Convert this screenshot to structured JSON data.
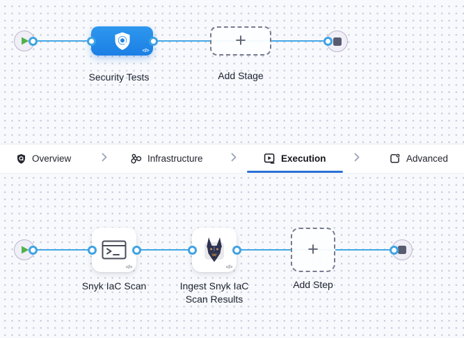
{
  "ui": {
    "plus": "+",
    "code_badge": "</>"
  },
  "stage_pipeline": {
    "stage": {
      "label": "Security Tests",
      "icon": "security-tests-shield-icon",
      "selected": true
    },
    "add_stage_label": "Add Stage"
  },
  "tab_bar": {
    "tabs": [
      {
        "label": "Overview",
        "icon": "shield-icon",
        "active": false
      },
      {
        "label": "Infrastructure",
        "icon": "infrastructure-nodes-icon",
        "active": false
      },
      {
        "label": "Execution",
        "icon": "execution-play-icon",
        "active": true
      },
      {
        "label": "Advanced",
        "icon": "advanced-settings-icon",
        "active": false
      }
    ]
  },
  "step_pipeline": {
    "steps": [
      {
        "label": "Snyk IaC Scan",
        "icon": "terminal-icon"
      },
      {
        "label": "Ingest Snyk IaC Scan Results",
        "icon": "snyk-dog-icon"
      }
    ],
    "add_step_label": "Add Step"
  },
  "colors": {
    "connector_line": "#45A7E6",
    "stage_node_blue": "#1E88E8",
    "play_green": "#52B14C",
    "stop_slate": "#575C70",
    "active_tab_underline": "#2970D6",
    "canvas_background": "#F7F9FC"
  }
}
